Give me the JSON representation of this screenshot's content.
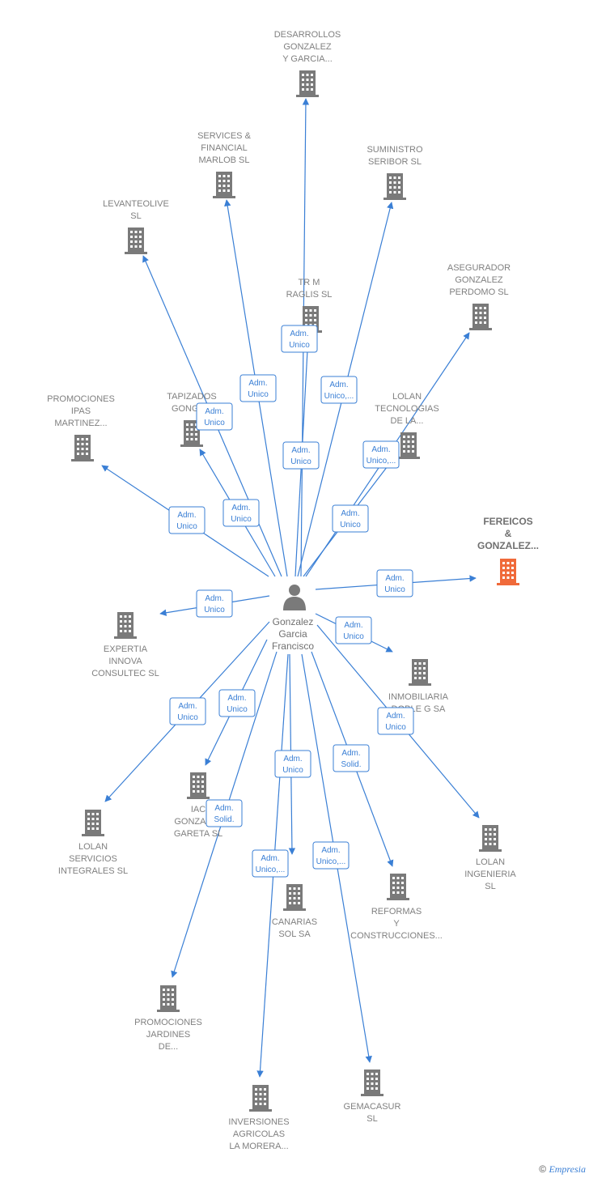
{
  "diagram": {
    "center": {
      "name_lines": [
        "Gonzalez",
        "Garcia",
        "Francisco"
      ],
      "icon": "person-icon"
    },
    "nodes": [
      {
        "id": "desarrollos",
        "lines": [
          "DESARROLLOS",
          "GONZALEZ",
          "Y GARCIA..."
        ],
        "rel": [
          "Adm.",
          "Unico"
        ]
      },
      {
        "id": "services",
        "lines": [
          "SERVICES &",
          "FINANCIAL",
          "MARLOB  SL"
        ],
        "rel": [
          "Adm.",
          "Unico"
        ]
      },
      {
        "id": "suministro",
        "lines": [
          "SUMINISTRO",
          "SERIBOR SL"
        ],
        "rel": [
          "Adm.",
          "Unico,..."
        ]
      },
      {
        "id": "levanteolive",
        "lines": [
          "LEVANTEOLIVE",
          "SL"
        ],
        "rel": [
          "Adm.",
          "Unico"
        ]
      },
      {
        "id": "trm",
        "lines": [
          "TR M",
          "RAGLIS  SL"
        ],
        "rel": [
          "Adm.",
          "Unico"
        ]
      },
      {
        "id": "asegurador",
        "lines": [
          "ASEGURADOR",
          "GONZALEZ",
          "PERDOMO  SL"
        ],
        "rel": [
          "Adm.",
          "Unico,..."
        ]
      },
      {
        "id": "promociones_ipas",
        "lines": [
          "PROMOCIONES",
          "IPAS",
          "MARTINEZ..."
        ],
        "rel": [
          "Adm.",
          "Unico"
        ]
      },
      {
        "id": "tapizados",
        "lines": [
          "TAPIZADOS",
          "GONGA..."
        ],
        "rel": [
          "Adm.",
          "Unico"
        ]
      },
      {
        "id": "lolan_tec",
        "lines": [
          "LOLAN",
          "TECNOLOGIAS",
          "DE LA..."
        ],
        "rel": [
          "Adm.",
          "Unico"
        ]
      },
      {
        "id": "fereicos",
        "lines": [
          "FEREICOS",
          "&",
          "GONZALEZ..."
        ],
        "rel": [
          "Adm.",
          "Unico"
        ],
        "focus": true
      },
      {
        "id": "expertia",
        "lines": [
          "EXPERTIA",
          "INNOVA",
          "CONSULTEC SL"
        ],
        "rel": [
          "Adm.",
          "Unico"
        ]
      },
      {
        "id": "inmobiliaria",
        "lines": [
          "INMOBILIARIA",
          "DOBLE G SA"
        ],
        "rel": [
          "Adm.",
          "Unico"
        ]
      },
      {
        "id": "lolan_serv",
        "lines": [
          "LOLAN",
          "SERVICIOS",
          "INTEGRALES SL"
        ],
        "rel": [
          "Adm.",
          "Unico"
        ]
      },
      {
        "id": "iac",
        "lines": [
          "IAC",
          "GONZALEZ",
          "GARETA  SL"
        ],
        "rel": [
          "Adm.",
          "Unico"
        ]
      },
      {
        "id": "lolan_ing",
        "lines": [
          "LOLAN",
          "INGENIERIA",
          "SL"
        ],
        "rel": [
          "Adm.",
          "Unico"
        ]
      },
      {
        "id": "canarias",
        "lines": [
          "CANARIAS",
          "SOL SA"
        ],
        "rel": [
          "Adm.",
          "Unico"
        ]
      },
      {
        "id": "reformas",
        "lines": [
          "REFORMAS",
          "Y",
          "CONSTRUCCIONES..."
        ],
        "rel": [
          "Adm.",
          "Solid."
        ]
      },
      {
        "id": "promociones_jardines",
        "lines": [
          "PROMOCIONES",
          "JARDINES",
          "DE..."
        ],
        "rel": [
          "Adm.",
          "Solid."
        ]
      },
      {
        "id": "inversiones",
        "lines": [
          "INVERSIONES",
          "AGRICOLAS",
          "LA MORERA..."
        ],
        "rel": [
          "Adm.",
          "Unico,..."
        ]
      },
      {
        "id": "gemacasur",
        "lines": [
          "GEMACASUR",
          "SL"
        ],
        "rel": [
          "Adm.",
          "Unico,..."
        ]
      }
    ],
    "colors": {
      "edge": "#3a7fd5",
      "building": "#7a7a7a",
      "focus_building": "#f06a3a",
      "label": "#808080"
    }
  },
  "footer": {
    "copyright": "©",
    "brand": "Empresia"
  }
}
